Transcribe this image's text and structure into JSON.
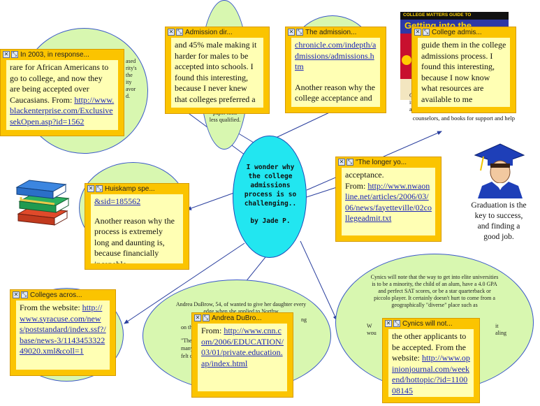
{
  "center": {
    "question": "I wonder why the college admissions process is so challenging..",
    "author": "by Jade P."
  },
  "ovals": {
    "top_left_text": [
      "ased",
      "rity's",
      "the",
      "ity",
      "avor",
      "d."
    ],
    "admission_text": [
      "paper look",
      "less qualified."
    ],
    "dubrow_text": "Andrea DuBrow, 54, of wanted to give her daughter every edge when she applied to Northw",
    "dubrow_side": [
      "on th",
      "\"The",
      "many",
      "felt c"
    ],
    "dubrow_right": [
      "ng"
    ],
    "cynics_text": "Cynics will note that the way to get into elite universities is to be a minority, the child of an alum, have a 4.0 GPA and perfect SAT scores, or be a star quarterback or piccolo player. It certainly doesn't hurt to come from a geographically \"diverse\" place such as",
    "cynics_side_left": [
      "W",
      "wou"
    ],
    "cynics_side_right": [
      "it",
      "aling"
    ]
  },
  "notes": {
    "n2003": {
      "title": "In 2003, in response...",
      "body": "rare for African Americans to go to college, and now they are being accepted over Caucasians.",
      "from": "From:",
      "link": "http://www.blackenterprise.com/ExclusivesekOpen.asp?id=1562"
    },
    "admission_dir": {
      "title": "Admission dir...",
      "body": "and 45% male making it harder for males to be accepted into schools. I found this interesting, because I never knew that colleges preferred a",
      "more": "..."
    },
    "the_admission": {
      "title": "The admission...",
      "link": "chronicle.com/indepth/admissions/admissions.htm",
      "body": "Another reason why the college acceptance and",
      "more": "..."
    },
    "college_admis": {
      "title": "College admis...",
      "body": "guide them in the college admissions process. I found this interesting, because I now know what resources are available to me",
      "more": "..."
    },
    "longer": {
      "title": "\"The longer yo...",
      "body": "acceptance.",
      "from": "From:",
      "link": "http://www.nwaonline.net/articles/2006/03/06/news/fayetteville/02collegeadmit.txt"
    },
    "huiskamp": {
      "title": "Huiskamp spe...",
      "link": "&sid=185562",
      "body": "Another reason why the process is extremely long and daunting is, because financially incapable",
      "more": "..."
    },
    "colleges": {
      "title": "Colleges acros...",
      "from": "From the website:",
      "link": "http://www.syracuse.com/news/poststandard/index.ssf?/base/news-3/114345332249020.xml&coll=1"
    },
    "dubrow": {
      "title": "Andrea DuBro...",
      "from": "From:",
      "link": "http://www.cnn.com/2006/EDUCATION/03/01/private.education.ap/index.html"
    },
    "cynics": {
      "title": "Cynics will not...",
      "body": "the other applicants to be accepted.",
      "from": "From the website:",
      "link": "http://www.opinionjournal.com/weekend/hottopic/?id=110008145"
    }
  },
  "captions": {
    "book_caption": "counselors, and books for support and help",
    "book_caption_side": [
      "C",
      "inc",
      "a"
    ],
    "book_title_top": "COLLEGE MATTERS GUIDE TO",
    "book_title": "Getting into the",
    "grad": "Graduation is the key to success, and finding a good job."
  },
  "icons": [
    "close-icon",
    "resize-icon",
    "books-icon",
    "graduate-icon",
    "book-cover-icon"
  ],
  "colors": {
    "oval_fill": "#d8f7b0",
    "oval_border": "#3a59c8",
    "center_fill": "#22e6f0",
    "note_frame": "#fbc400",
    "note_body": "#ffffb4",
    "arrow": "#2a3f9e"
  }
}
